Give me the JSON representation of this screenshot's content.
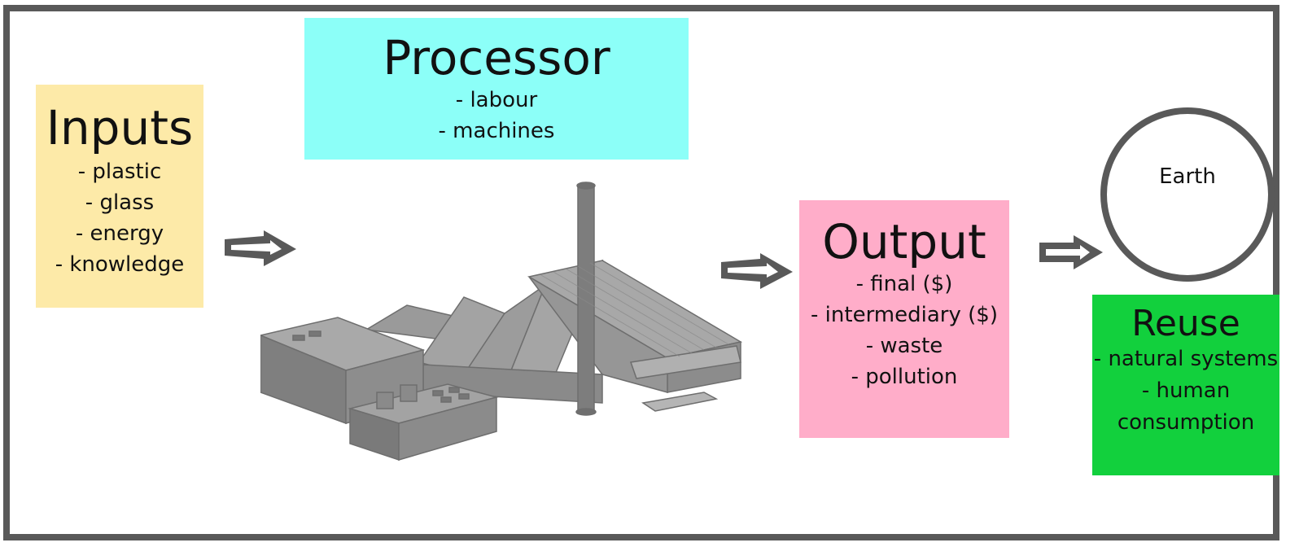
{
  "inputs": {
    "title": "Inputs",
    "items": [
      "- plastic",
      "- glass",
      "- energy",
      "- knowledge"
    ],
    "color": "#fdeaa8"
  },
  "processor": {
    "title": "Processor",
    "items": [
      "- labour",
      "- machines"
    ],
    "color": "#8cfff8"
  },
  "output": {
    "title": "Output",
    "items": [
      "- final ($)",
      "- intermediary ($)",
      "- waste",
      "- pollution"
    ],
    "color": "#ffadc9"
  },
  "earth": {
    "label": "Earth"
  },
  "reuse": {
    "title": "Reuse",
    "items": [
      "- natural systems",
      "- human",
      "consumption"
    ],
    "color": "#12d03d"
  },
  "colors": {
    "frame": "#595959",
    "arrow": "#595959",
    "factory": "#8a8a8a"
  },
  "icons": {
    "arrow": "right-arrow-icon",
    "factory": "factory-illustration"
  }
}
